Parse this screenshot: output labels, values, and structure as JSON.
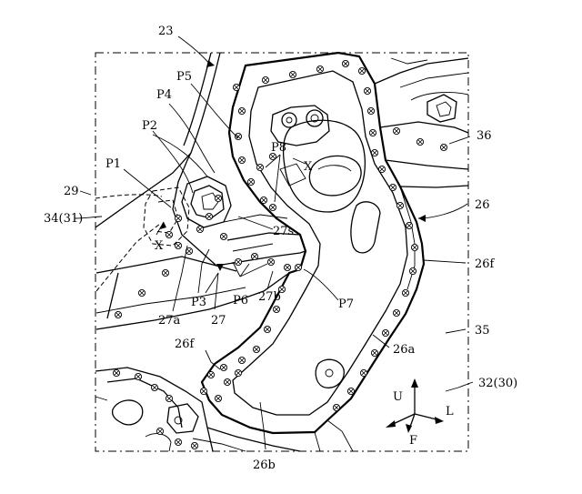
{
  "labels": {
    "l23": "23",
    "l36": "36",
    "l26": "26",
    "l26f_right": "26f",
    "l35": "35",
    "l32_30": "32(30)",
    "l26a": "26a",
    "l26b": "26b",
    "l26f_left": "26f",
    "lP1": "P1",
    "lP2": "P2",
    "lP4": "P4",
    "lP5": "P5",
    "lP8": "P8",
    "lX_top": "X",
    "lX_left": "X",
    "l27s": "27s",
    "l29": "29",
    "l34_31": "34(31)",
    "lP3": "P3",
    "lP6": "P6",
    "l27b": "27b",
    "l27a": "27a",
    "l27": "27",
    "lP7": "P7"
  },
  "axes": {
    "up": "U",
    "left": "L",
    "front": "F"
  }
}
